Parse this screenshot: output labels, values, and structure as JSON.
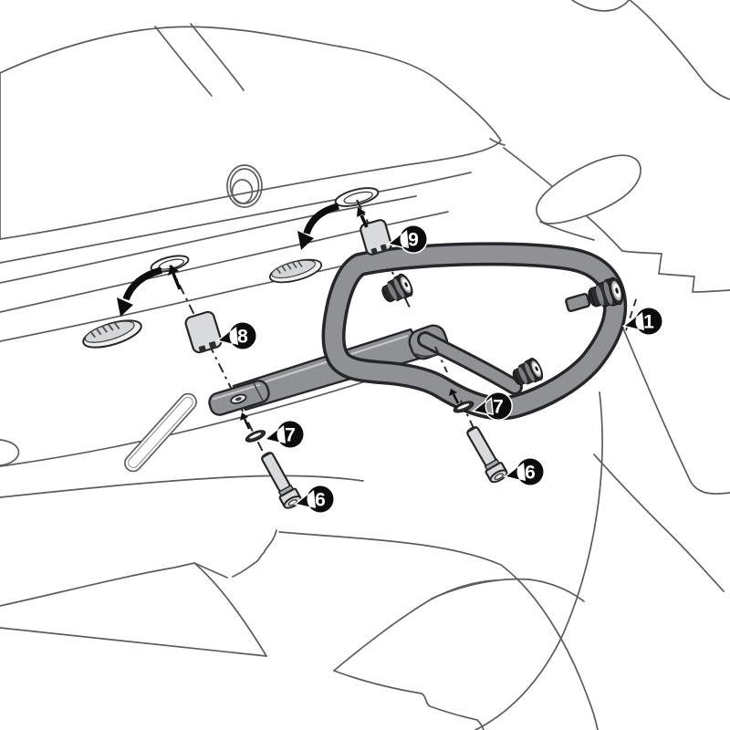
{
  "page": {
    "background": "#ffffff",
    "description": "Exploded assembly diagram of a motorcycle side-case holder bracket mounted to the rear tail fairing"
  },
  "colors": {
    "line_art": "#5c5c60",
    "part_outline": "#26262a",
    "bracket_gray": "#8f9194",
    "part_light_gray": "#d9dadc",
    "rubber_dark": "#2c2c2f",
    "badge_fill": "#0c0c0d",
    "badge_text": "#ffffff",
    "badge_ring": "#ffffff"
  },
  "callouts": [
    {
      "id": "spacer-top",
      "label": "9"
    },
    {
      "id": "spacer-front",
      "label": "8"
    },
    {
      "id": "holder-frame",
      "label": "1"
    },
    {
      "id": "washer-front",
      "label": "7"
    },
    {
      "id": "bolt-front",
      "label": "6"
    },
    {
      "id": "washer-rear",
      "label": "7"
    },
    {
      "id": "bolt-rear",
      "label": "6"
    }
  ]
}
